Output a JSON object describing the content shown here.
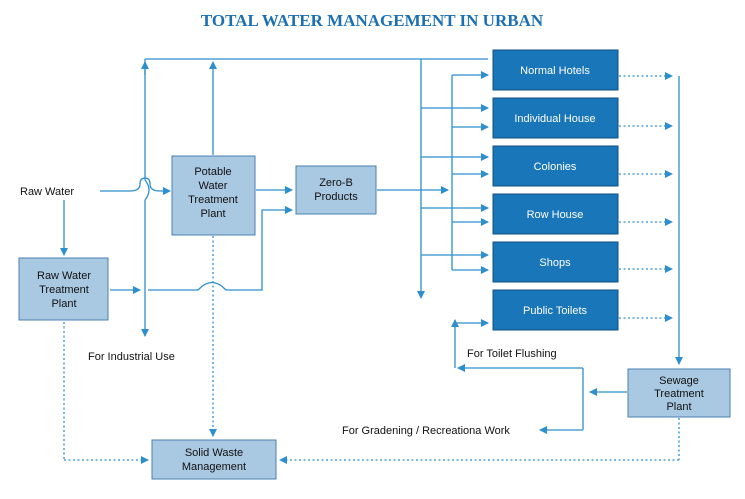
{
  "title": "TOTAL WATER MANAGEMENT IN URBAN",
  "colors": {
    "accent": "#2e8fce",
    "light_box": "#a9c8e2",
    "dark_box": "#1976b8",
    "title": "#1b6fb3"
  },
  "nodes": {
    "raw_water_plant": [
      "Raw Water",
      "Treatment",
      "Plant"
    ],
    "potable_plant": [
      "Potable",
      "Water",
      "Treatment",
      "Plant"
    ],
    "zero_b": [
      "Zero-B",
      "Products"
    ],
    "solid_waste": [
      "Solid Waste",
      "Management"
    ],
    "sewage_plant": [
      "Sewage",
      "Treatment",
      "Plant"
    ],
    "consumers": [
      "Normal Hotels",
      "Individual House",
      "Colonies",
      "Row House",
      "Shops",
      "Public Toilets"
    ]
  },
  "labels": {
    "raw_water": "Raw Water",
    "industrial": "For Industrial Use",
    "toilet_flushing": "For Toilet Flushing",
    "gardening": "For Gradening / Recreationa Work"
  }
}
